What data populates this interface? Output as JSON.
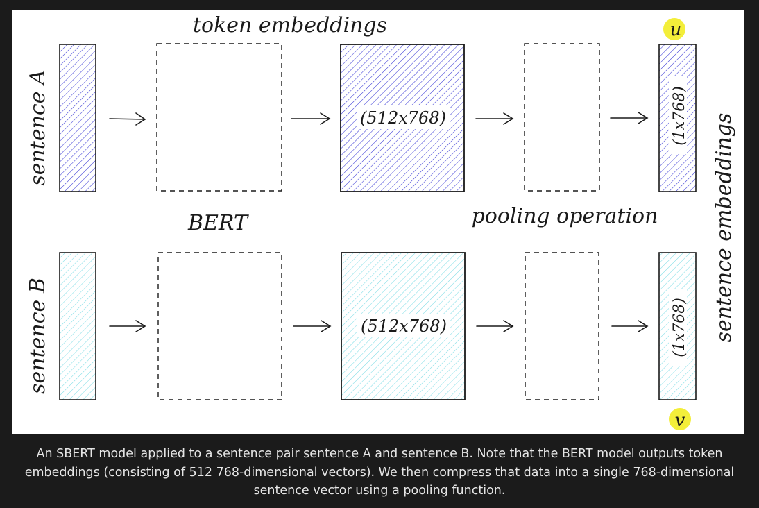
{
  "diagram": {
    "labels": {
      "token_embeddings": "token embeddings",
      "bert": "BERT",
      "pooling_operation": "pooling operation",
      "sentence_embeddings": "sentence embeddings",
      "sentence_a": "sentence A",
      "sentence_b": "sentence B",
      "token_dims_a": "(512x768)",
      "token_dims_b": "(512x768)",
      "sentence_dims_a": "(1x768)",
      "sentence_dims_b": "(1x768)",
      "u": "u",
      "v": "v"
    },
    "colors": {
      "sentence_a_hatch": "#3b3bd6",
      "sentence_b_hatch": "#7fdde6",
      "highlight": "#f3ee3a",
      "stroke": "#1a1a1a"
    }
  },
  "caption": "An SBERT model applied to a sentence pair sentence A and sentence B. Note that the BERT model outputs token embeddings (consisting of 512 768-dimensional vectors). We then compress that data into a single 768-dimensional sentence vector using a pooling function."
}
